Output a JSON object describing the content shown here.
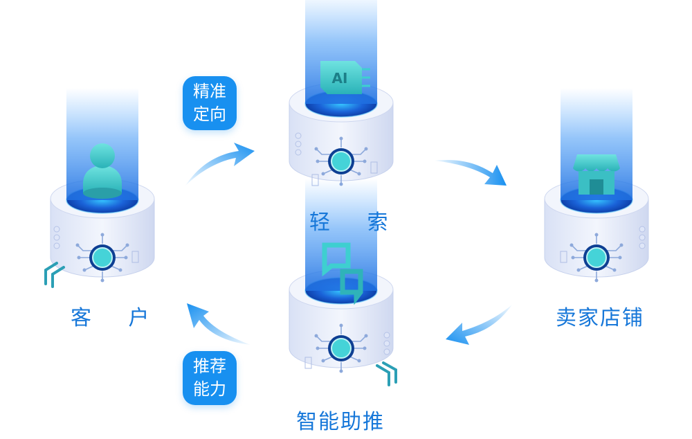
{
  "nodes": {
    "customer": {
      "label": "客 户",
      "icon": "user-icon"
    },
    "qingsuo": {
      "label": "轻 索",
      "icon": "ai-chip-icon"
    },
    "store": {
      "label": "卖家店铺",
      "icon": "store-icon"
    },
    "smart_push": {
      "label": "智能助推",
      "icon": "chat-bubbles-icon"
    }
  },
  "badges": {
    "precise": {
      "line1": "精准",
      "line2": "定向"
    },
    "recommend": {
      "line1": "推荐",
      "line2": "能力"
    }
  },
  "colors": {
    "accent": "#1890f0",
    "label": "#1677d9",
    "teal": "#3ecfd0",
    "cylinder": "#e8edf9"
  }
}
